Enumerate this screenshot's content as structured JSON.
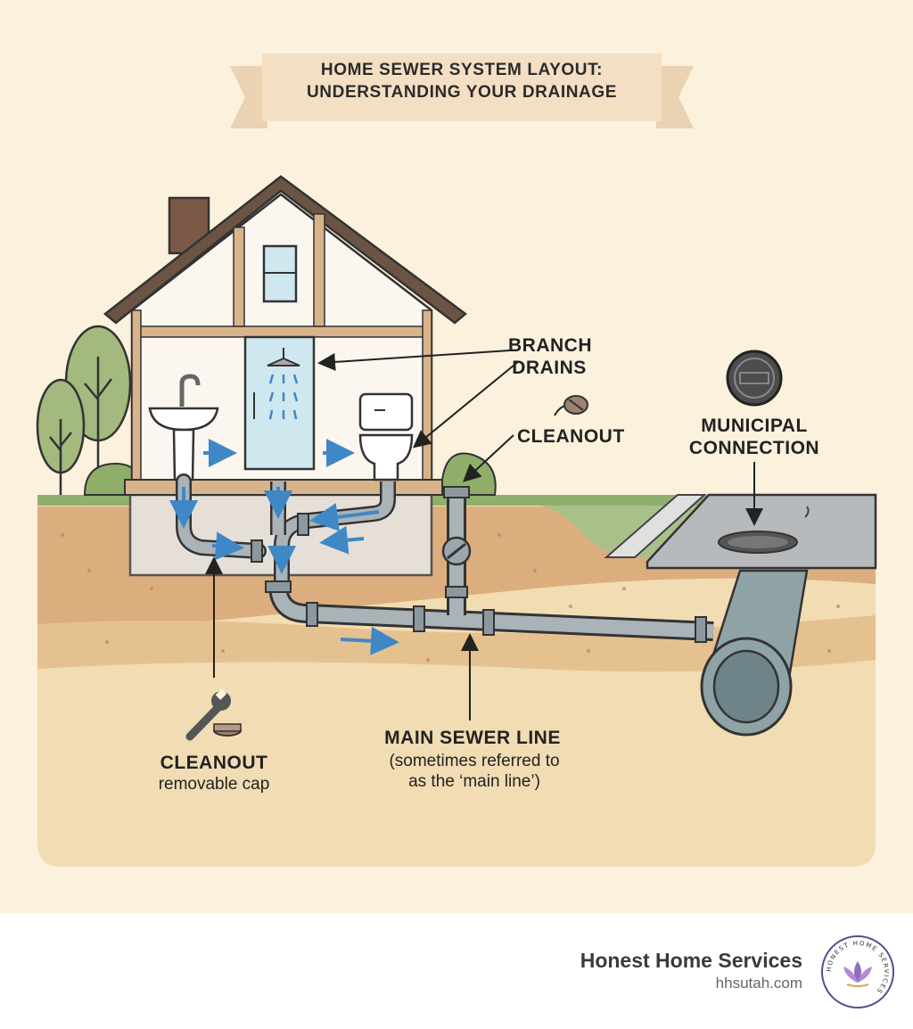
{
  "title_line1": "HOME SEWER SYSTEM LAYOUT:",
  "title_line2": "UNDERSTANDING YOUR DRAINAGE",
  "labels": {
    "branch_drains": "BRANCH\nDRAINS",
    "cleanout_top": "CLEANOUT",
    "municipal": "MUNICIPAL\nCONNECTION",
    "cleanout_bottom": "CLEANOUT",
    "cleanout_bottom_sub": "removable cap",
    "main_line": "MAIN SEWER LINE",
    "main_line_sub": "(sometimes referred to\nas the ‘main line’)"
  },
  "footer": {
    "company": "Honest Home Services",
    "url": "hhsutah.com",
    "logo_text": "HONEST HOME SERVICES"
  },
  "colors": {
    "background": "#fbf1dd",
    "soil": "#d9aa79",
    "sand": "#f1dcb3",
    "pipe": "#9aa7ad",
    "arrow": "#3f88c5",
    "frame": "#c79a66",
    "banner": "#f4dfc4"
  }
}
